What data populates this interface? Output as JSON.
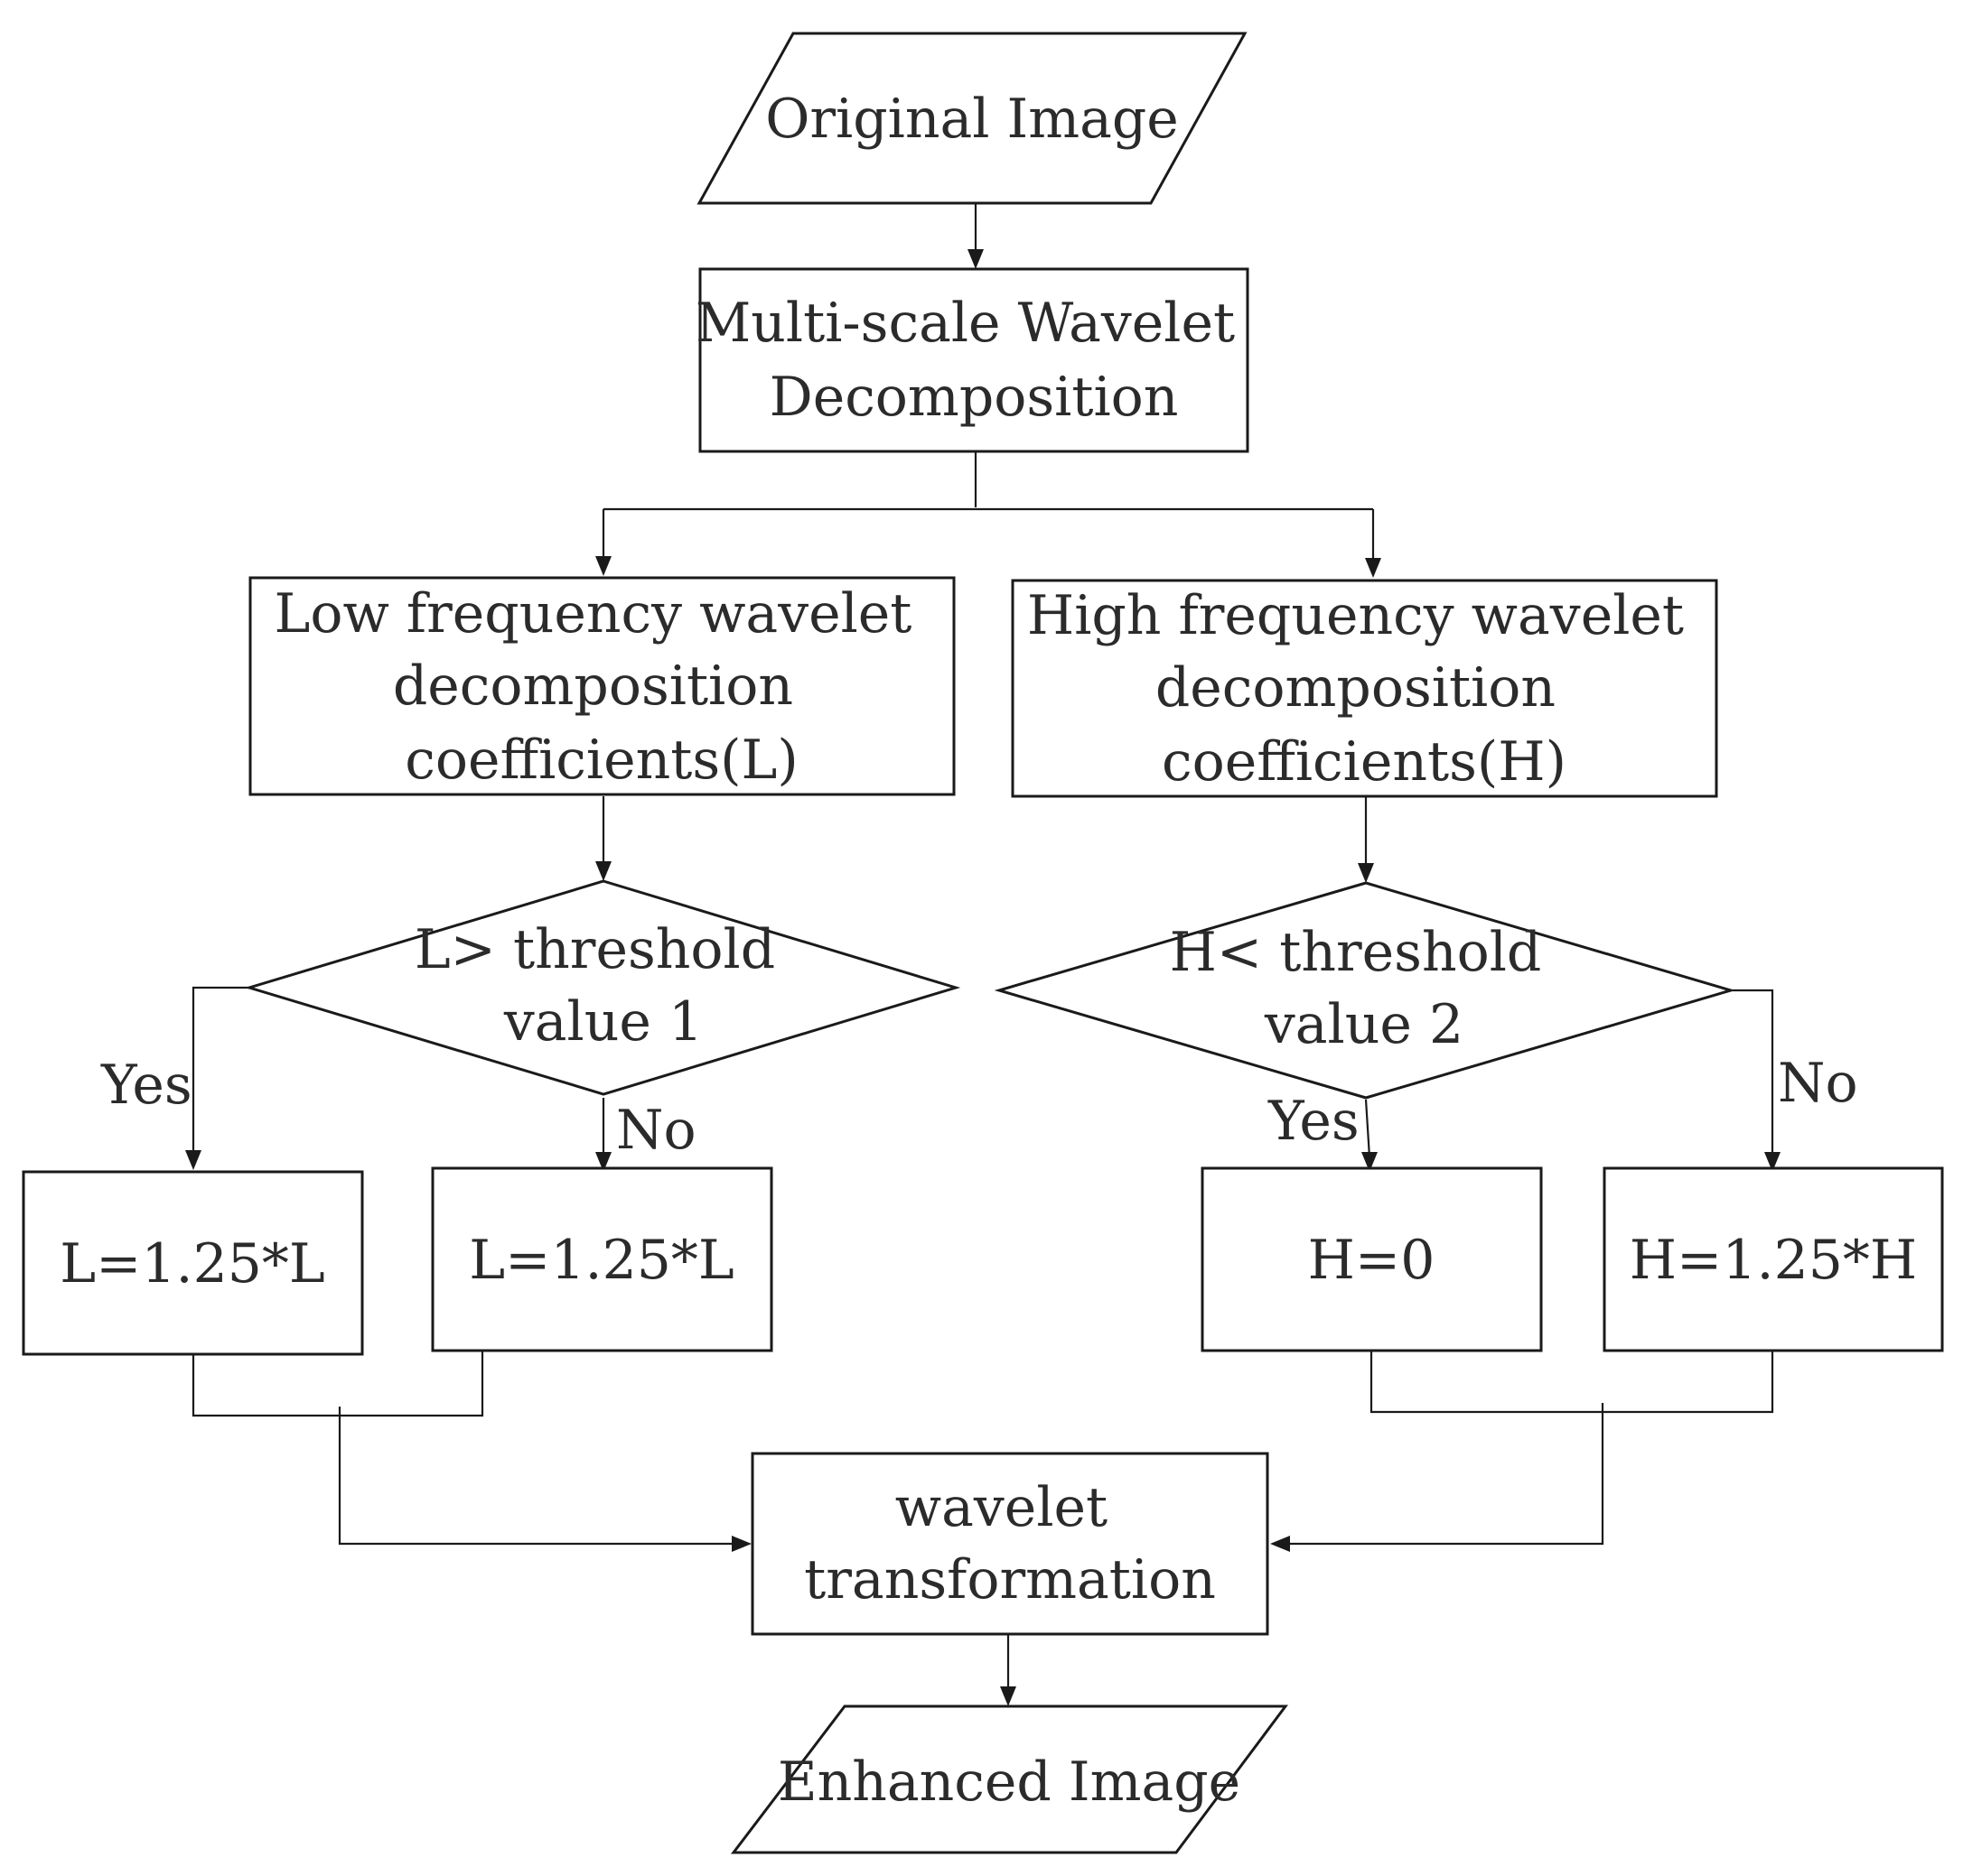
{
  "nodes": {
    "original": {
      "lines": [
        "Original Image"
      ]
    },
    "decomp": {
      "lines": [
        "Multi-scale Wavelet",
        "Decomposition"
      ]
    },
    "low": {
      "lines": [
        "Low frequency wavelet",
        "decomposition",
        "coefficients(L)"
      ]
    },
    "high": {
      "lines": [
        "High frequency wavelet",
        "decomposition",
        "coefficients(H)"
      ]
    },
    "dec_low": {
      "lines": [
        "L> threshold",
        "value 1"
      ]
    },
    "dec_high": {
      "lines": [
        "H< threshold",
        "value 2"
      ]
    },
    "l_yes": {
      "lines": [
        "L=1.25*L"
      ]
    },
    "l_no": {
      "lines": [
        "L=1.25*L"
      ]
    },
    "h_yes": {
      "lines": [
        "H=0"
      ]
    },
    "h_no": {
      "lines": [
        "H=1.25*H"
      ]
    },
    "transform": {
      "lines": [
        "wavelet",
        "transformation"
      ]
    },
    "enhanced": {
      "lines": [
        "Enhanced Image"
      ]
    }
  },
  "edge_labels": {
    "low_yes": "Yes",
    "low_no": "No",
    "high_yes": "Yes",
    "high_no": "No"
  }
}
